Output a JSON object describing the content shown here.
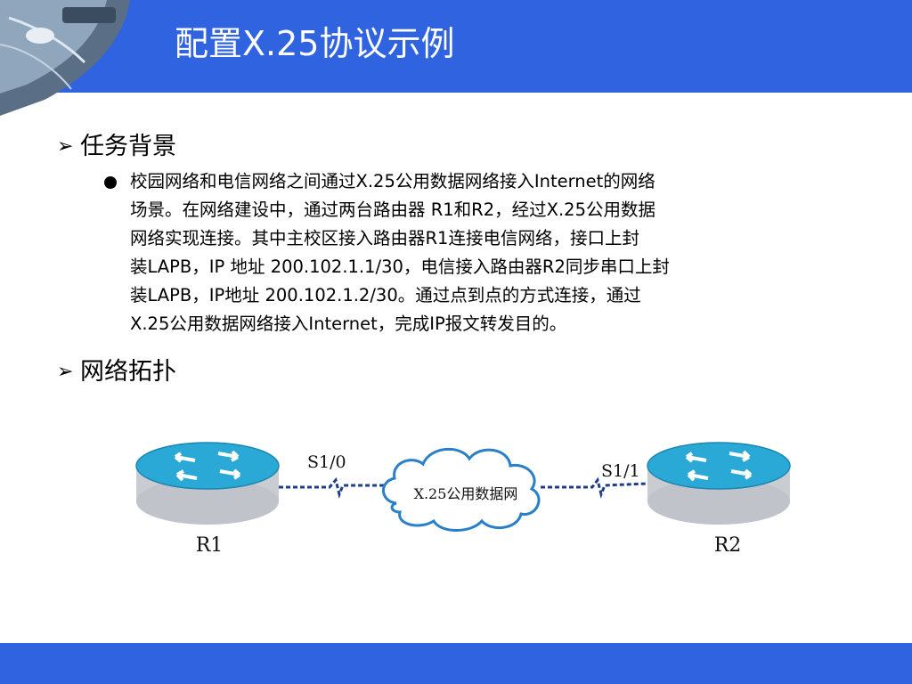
{
  "slide": {
    "title": "配置X.25协议示例",
    "section1": {
      "marker": "➢",
      "heading": "任务背景",
      "paragraph_lines": [
        "校园网络和电信网络之间通过X.25公用数据网络接入Internet的网络",
        "场景。在网络建设中，通过两台路由器 R1和R2，经过X.25公用数据",
        "网络实现连接。其中主校区接入路由器R1连接电信网络，接口上封",
        "装LAPB，IP 地址 200.102.1.1/30，电信接入路由器R2同步串口上封",
        "装LAPB，IP地址 200.102.1.2/30。通过点到点的方式连接，通过",
        "X.25公用数据网络接入Internet，完成IP报文转发目的。"
      ]
    },
    "section2": {
      "marker": "➢",
      "heading": "网络拓扑"
    },
    "topology": {
      "router_left_label": "R1",
      "router_right_label": "R2",
      "interface_left": "S1/0",
      "interface_right": "S1/1",
      "cloud_label": "X.25公用数据网"
    }
  },
  "colors": {
    "header": "#2f63df",
    "router_top": "#2aa9d6",
    "router_side": "#c9cdd2",
    "link": "#1e3e8a"
  }
}
